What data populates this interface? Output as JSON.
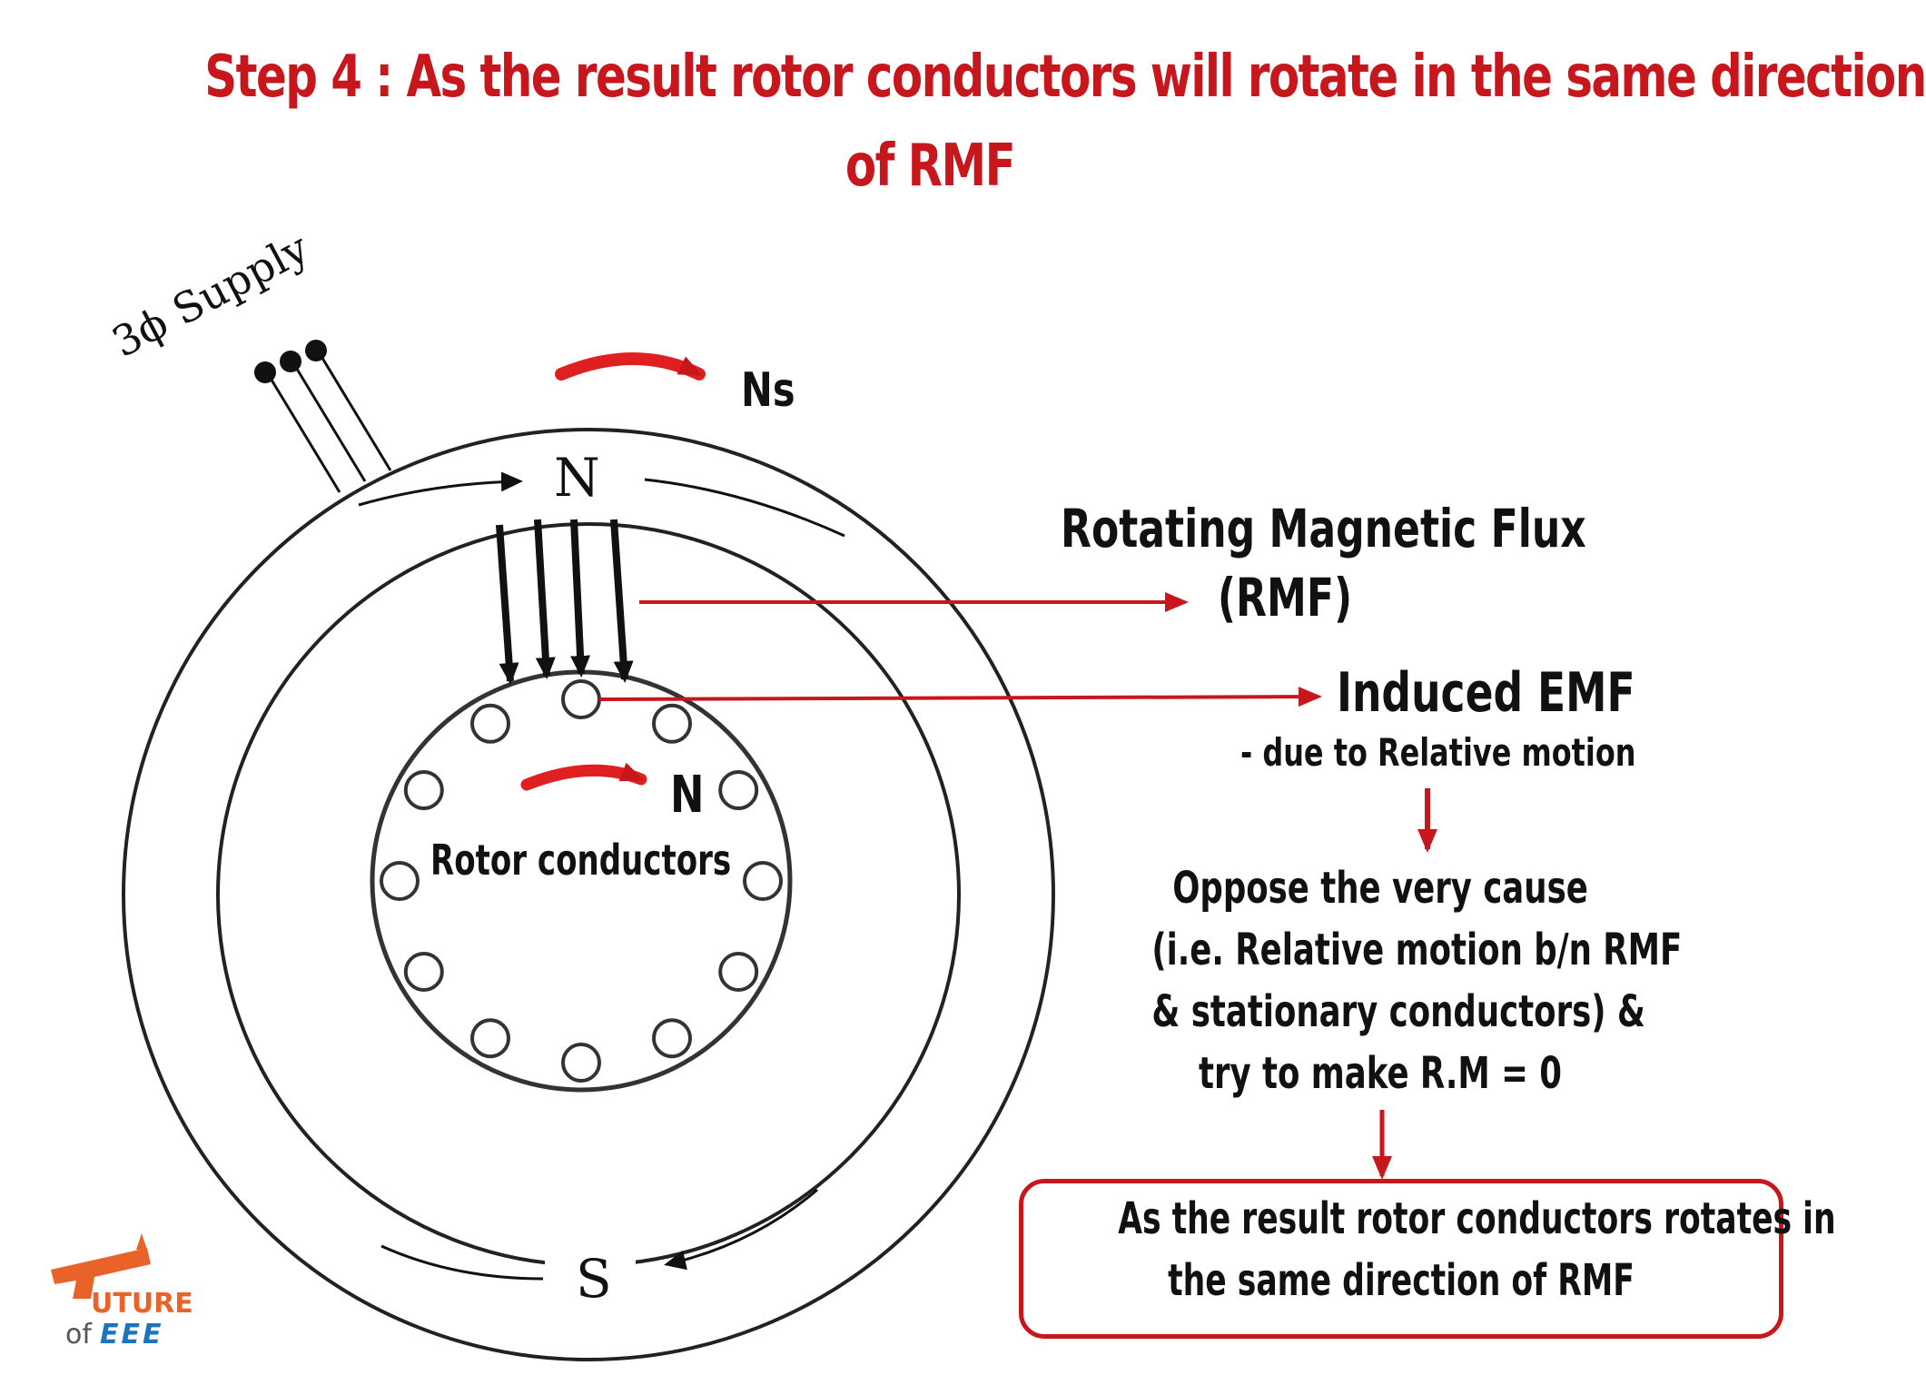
{
  "title": {
    "line1": "Step 4 : As the result rotor conductors will rotate in  the same direction",
    "line2": "of RMF"
  },
  "labels": {
    "supply": "3ϕ Supply",
    "ns": "Ns",
    "stator_north": "N",
    "stator_south": "S",
    "rotor_north": "N",
    "rotor_conductors": "Rotor conductors",
    "rmf_line1": "Rotating Magnetic Flux",
    "rmf_line2": "(RMF)",
    "emf": "Induced EMF",
    "emf_note": "- due to Relative motion",
    "oppose": [
      "Oppose the very cause",
      "(i.e. Relative motion b/n RMF",
      "& stationary conductors) &",
      "try to make R.M = 0"
    ],
    "result": [
      "As the result rotor conductors rotates in",
      "the same direction of RMF"
    ]
  },
  "logo": {
    "word1": "UTURE",
    "word2": "of",
    "word3": "EEE"
  },
  "colors": {
    "accent_red": "#c8161d",
    "ink": "#111111",
    "logo_orange": "#e8622a",
    "logo_blue": "#1e73be"
  }
}
